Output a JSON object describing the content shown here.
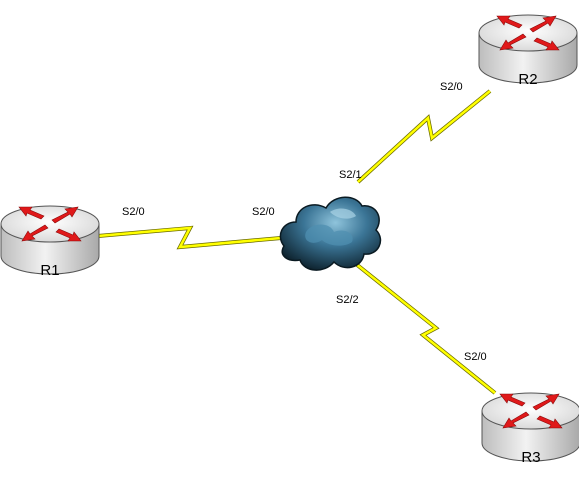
{
  "diagram": {
    "routers": [
      {
        "name": "R1"
      },
      {
        "name": "R2"
      },
      {
        "name": "R3"
      }
    ],
    "cloud": {
      "name": "frame-relay-cloud-icon"
    },
    "interface_labels": {
      "r1": "S2/0",
      "r2": "S2/0",
      "r3": "S2/0",
      "cloud_r1": "S2/0",
      "cloud_r2": "S2/1",
      "cloud_r3": "S2/2"
    },
    "colors": {
      "serial_link": "#ffff00",
      "serial_link_edge": "#6b6b00",
      "router_arrows": "#e0191a",
      "router_body": "#e6e6e6",
      "cloud_dark": "#0f2733",
      "cloud_light": "#6fa8c4"
    },
    "icons": [
      "router-icon",
      "cloud-icon",
      "serial-link-icon"
    ]
  }
}
